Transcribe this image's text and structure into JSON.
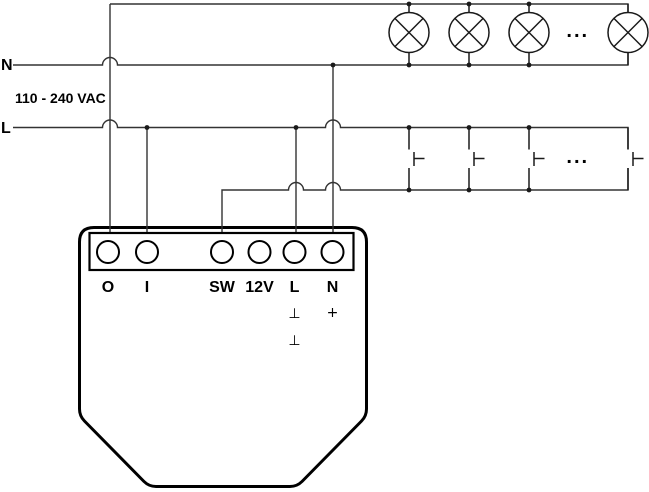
{
  "supply": {
    "neutral_label": "N",
    "line_label": "L",
    "voltage_label": "110 - 240 VAC"
  },
  "loads": {
    "type": "lamps",
    "visible_count": 4,
    "ellipsis": "..."
  },
  "switches": {
    "type": "switches",
    "visible_count": 4,
    "ellipsis": "..."
  },
  "device": {
    "terminals": [
      {
        "id": "O",
        "label": "O"
      },
      {
        "id": "I",
        "label": "I"
      },
      {
        "id": "SW",
        "label": "SW"
      },
      {
        "id": "12V",
        "label": "12V"
      },
      {
        "id": "L",
        "label": "L",
        "sub_labels": [
          "⊥",
          "⊥"
        ]
      },
      {
        "id": "N",
        "label": "N",
        "sub_labels": [
          "+"
        ]
      }
    ]
  },
  "colors": {
    "wire": "#333333",
    "outline": "#000000",
    "background": "#ffffff"
  }
}
